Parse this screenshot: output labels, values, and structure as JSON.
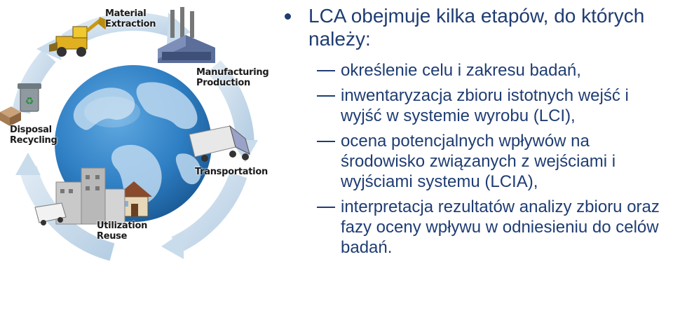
{
  "lifecycle_diagram": {
    "stages": [
      {
        "label_lines": [
          "Material",
          "Extraction"
        ]
      },
      {
        "label_lines": [
          "Manufacturing",
          "Production"
        ]
      },
      {
        "label_lines": [
          "Transportation"
        ]
      },
      {
        "label_lines": [
          "Utilization",
          "Reuse"
        ]
      },
      {
        "label_lines": [
          "Disposal",
          "Recycling"
        ]
      }
    ],
    "colors": {
      "arrow": "#c9dcec",
      "globe_ocean": "#2f7fc4",
      "globe_land": "#bcd8ee"
    }
  },
  "content": {
    "heading": "LCA obejmuje kilka etapów, do których należy:",
    "items": [
      "określenie celu i zakresu badań,",
      "inwentaryzacja zbioru istotnych wejść i wyjść w systemie wyrobu (LCI),",
      "ocena potencjalnych wpływów na środowisko związanych z wejściami i wyjściami systemu (LCIA),",
      "interpretacja rezultatów analizy zbioru oraz fazy oceny wpływu w odniesieniu do celów badań."
    ],
    "text_color": "#1f3d73"
  }
}
